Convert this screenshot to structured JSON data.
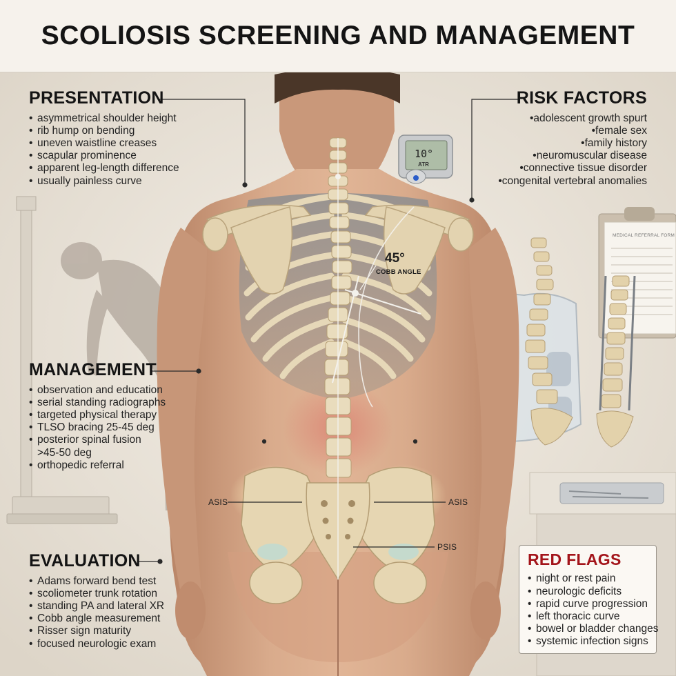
{
  "title": "SCOLIOSIS SCREENING AND MANAGEMENT",
  "presentation": {
    "heading": "PRESENTATION",
    "items": [
      "asymmetrical shoulder height",
      "rib hump on bending",
      "uneven waistline creases",
      "scapular prominence",
      "apparent leg-length difference",
      "usually painless curve"
    ]
  },
  "risk_factors": {
    "heading": "RISK FACTORS",
    "items": [
      "adolescent growth spurt",
      "female sex",
      "family history",
      "neuromuscular disease",
      "connective tissue disorder",
      "congenital vertebral anomalies"
    ]
  },
  "management": {
    "heading": "MANAGEMENT",
    "items": [
      "observation and education",
      "serial standing radiographs",
      "targeted physical therapy",
      "TLSO bracing 25-45 deg",
      "posterior spinal fusion",
      ">45-50 deg",
      "orthopedic referral"
    ]
  },
  "evaluation": {
    "heading": "EVALUATION",
    "items": [
      "Adams forward bend test",
      "scoliometer trunk rotation",
      "standing PA and lateral XR",
      "Cobb angle measurement",
      "Risser sign maturity",
      "focused neurologic exam"
    ]
  },
  "red_flags": {
    "heading": "RED FLAGS",
    "items": [
      "night or rest pain",
      "neurologic deficits",
      "rapid curve progression",
      "left thoracic curve",
      "bowel or bladder changes",
      "systemic infection signs"
    ]
  },
  "diagram": {
    "cobb_angle_value": "45°",
    "cobb_angle_label": "COBB ANGLE",
    "scoliometer_reading": "10°",
    "scoliometer_label": "ATR",
    "asis_left": "ASIS",
    "asis_right": "ASIS",
    "psis": "PSIS",
    "referral_form_title": "MEDICAL REFERRAL FORM"
  },
  "colors": {
    "red_flag_heading": "#a3141a",
    "skin": "#d8a98a",
    "bone": "#e6d8b8",
    "background": "#ece6dc"
  }
}
